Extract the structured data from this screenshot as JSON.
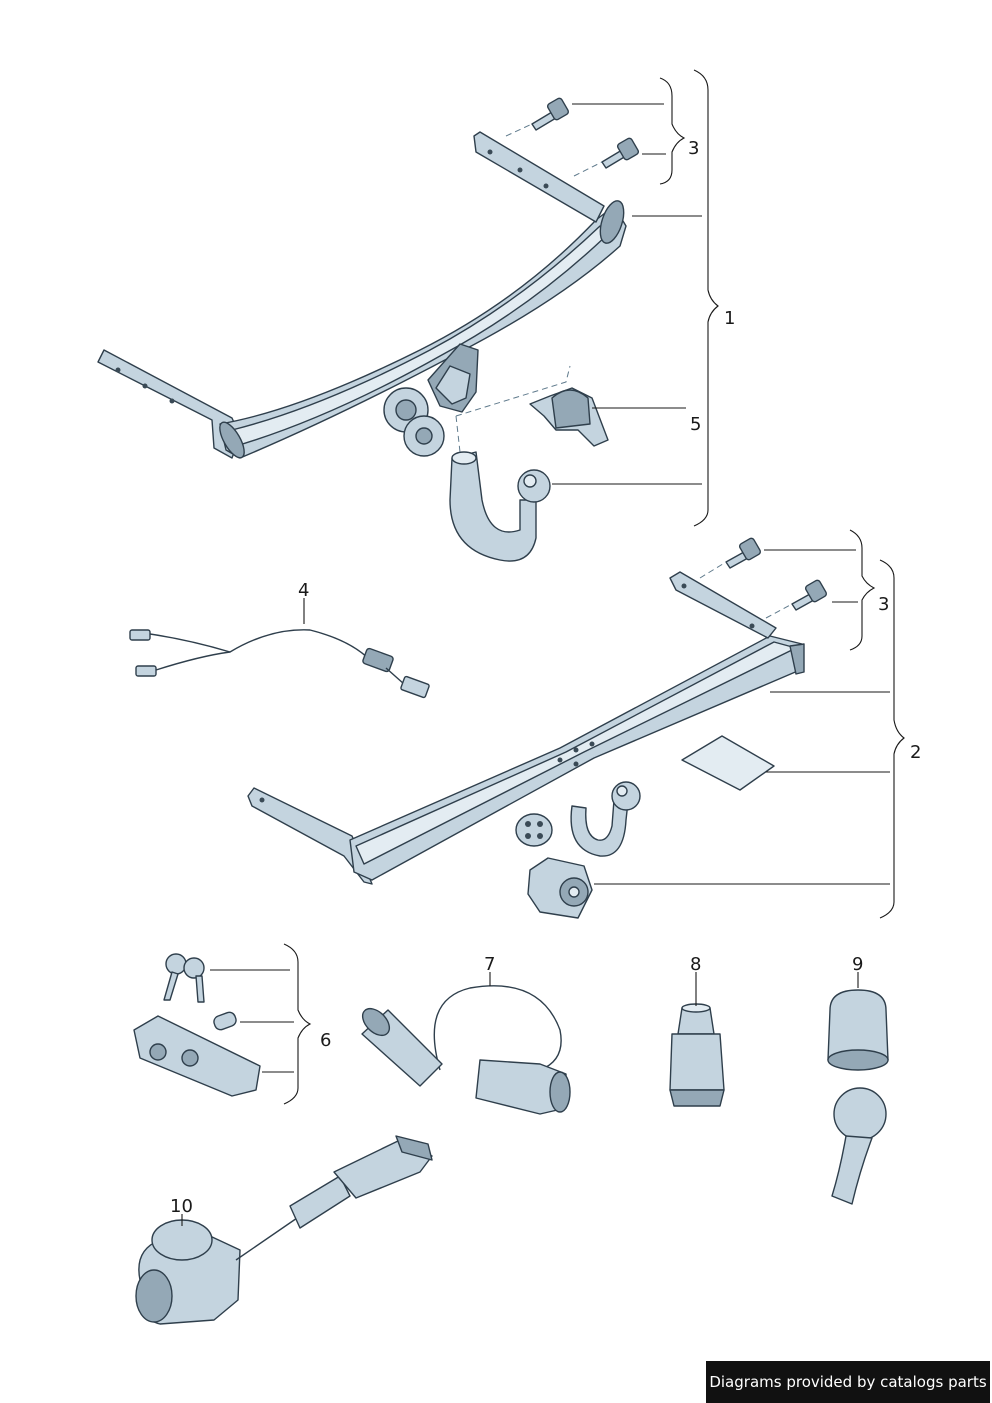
{
  "callouts": {
    "c1": "1",
    "c2": "2",
    "c3a": "3",
    "c3b": "3",
    "c4": "4",
    "c5": "5",
    "c6": "6",
    "c7": "7",
    "c8": "8",
    "c9": "9",
    "c10": "10"
  },
  "watermark": "Diagrams provided by catalogs parts",
  "colors": {
    "part_fill": "#c4d4df",
    "part_outline": "#2f3f4c",
    "leader_lines": "#1a1a1a"
  }
}
